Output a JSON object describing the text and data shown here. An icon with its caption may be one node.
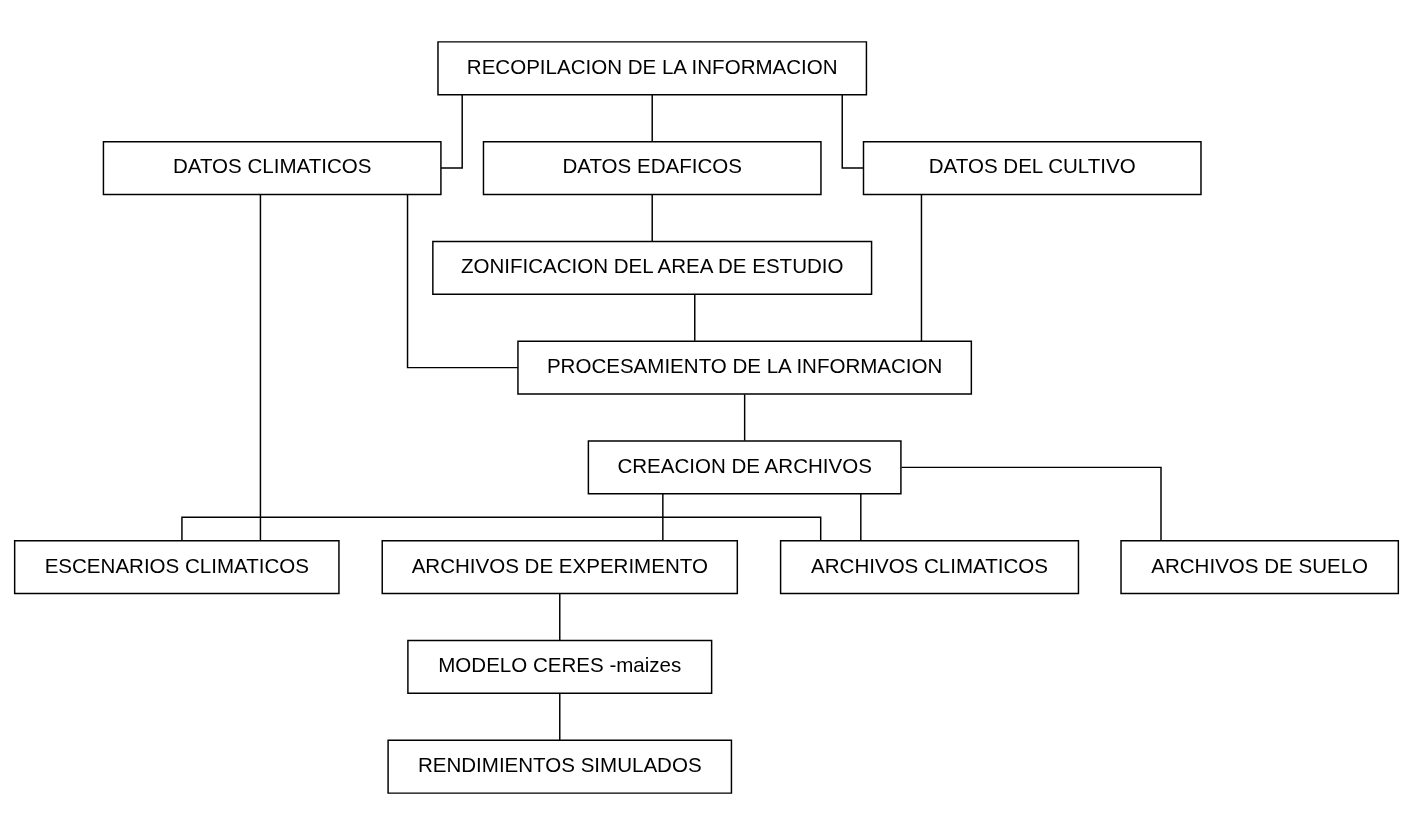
{
  "diagram": {
    "nodes": [
      {
        "text": [
          "RECOPILACION DE LA INFORMACION"
        ]
      },
      {
        "text": [
          "DATOS CLIMATICOS"
        ]
      },
      {
        "text": [
          "DATOS EDAFICOS"
        ]
      },
      {
        "text": [
          "DATOS DEL CULTIVO"
        ]
      },
      {
        "text": [
          "ZONIFICACION DEL AREA DE ESTUDIO"
        ]
      },
      {
        "text": [
          "PROCESAMIENTO DE LA INFORMACION"
        ]
      },
      {
        "text": [
          "CREACION DE ARCHIVOS"
        ]
      },
      {
        "text": [
          "ESCENARIOS CLIMATICOS"
        ]
      },
      {
        "text": [
          "ARCHIVOS CLIMATICOS"
        ]
      },
      {
        "text": [
          "ARCHIVOS DE SUELO"
        ]
      },
      {
        "text": [
          "ARCHIVOS DE EXPERIMENTO"
        ]
      },
      {
        "text": [
          "MODELO CERES -maizes"
        ]
      },
      {
        "text": [
          "RENDIMIENTOS SIMULADOS"
        ]
      }
    ],
    "edges": [
      {
        "from": 0,
        "to": 1,
        "arrow": "none"
      },
      {
        "from": 0,
        "to": 2,
        "arrow": "none"
      },
      {
        "from": 0,
        "to": 3,
        "arrow": "none"
      },
      {
        "from": 2,
        "to": 4,
        "arrow": "none"
      },
      {
        "from": 4,
        "to": 5,
        "arrow": "none"
      },
      {
        "from": 1,
        "to": 5,
        "arrow": "none"
      },
      {
        "from": 3,
        "to": 5,
        "arrow": "none"
      },
      {
        "from": 1,
        "to": 7,
        "arrow": "none"
      },
      {
        "from": 5,
        "to": 6,
        "arrow": "none"
      },
      {
        "from": 6,
        "to": 8,
        "arrow": "none"
      },
      {
        "from": 6,
        "to": 9,
        "arrow": "none"
      },
      {
        "from": 6,
        "to": 10,
        "arrow": "none"
      },
      {
        "from": 7,
        "to": 8,
        "arrow": "none"
      },
      {
        "from": 10,
        "to": 11,
        "arrow": "none"
      },
      {
        "from": 11,
        "to": 12,
        "arrow": "none"
      }
    ]
  }
}
